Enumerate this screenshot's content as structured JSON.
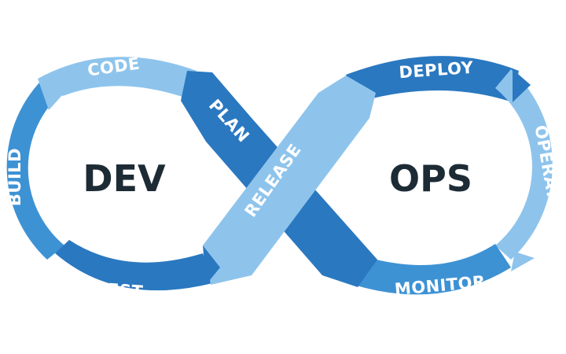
{
  "diagram": {
    "left_center": "DEV",
    "right_center": "OPS",
    "stages": [
      {
        "key": "plan",
        "label": "PLAN",
        "color": "#2a78c0"
      },
      {
        "key": "code",
        "label": "CODE",
        "color": "#8ec4ec"
      },
      {
        "key": "build",
        "label": "BUILD",
        "color": "#3d92d4"
      },
      {
        "key": "test",
        "label": "TEST",
        "color": "#2a78c0"
      },
      {
        "key": "release",
        "label": "RELEASE",
        "color": "#8ec4ec"
      },
      {
        "key": "deploy",
        "label": "DEPLOY",
        "color": "#2a78c0"
      },
      {
        "key": "operate",
        "label": "OPERATE",
        "color": "#8ec4ec"
      },
      {
        "key": "monitor",
        "label": "MONITOR",
        "color": "#3d92d4"
      }
    ],
    "colors": {
      "dark_blue": "#2a78c0",
      "medium_blue": "#3d92d4",
      "light_blue": "#8ec4ec",
      "center_text": "#1d2b35"
    }
  }
}
